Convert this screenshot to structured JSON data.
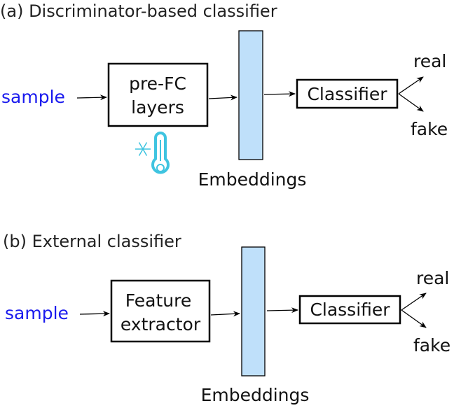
{
  "panel_a": {
    "title": "(a) Discriminator-based classifier",
    "input": "sample",
    "block_line1": "pre-FC",
    "block_line2": "layers",
    "embeddings": "Embeddings",
    "classifier": "Classifier",
    "out_real": "real",
    "out_fake": "fake",
    "frozen_icon": "snowflake-thermometer-icon"
  },
  "panel_b": {
    "title": "(b) External classifier",
    "input": "sample",
    "block_line1": "Feature",
    "block_line2": "extractor",
    "embeddings": "Embeddings",
    "classifier": "Classifier",
    "out_real": "real",
    "out_fake": "fake"
  },
  "colors": {
    "input_text": "#1a1aee",
    "embedding_bar": "#bfe0fa",
    "icon": "#3fc4e0"
  }
}
